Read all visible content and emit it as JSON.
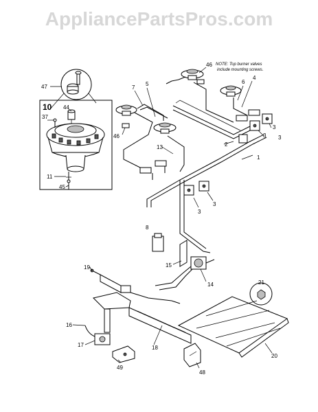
{
  "watermark": "AppliancePartsPros.com",
  "note_line1": "NOTE: Top burner valves",
  "note_line2": "include mounting screws.",
  "labels": {
    "l1": "1",
    "l2": "2",
    "l3a": "3",
    "l3b": "3",
    "l3c": "3",
    "l3d": "3",
    "l3e": "3",
    "l4": "4",
    "l5": "5",
    "l6": "6",
    "l7": "7",
    "l8": "8",
    "l10": "10",
    "l11": "11",
    "l13": "13",
    "l14": "14",
    "l15": "15",
    "l16": "16",
    "l17": "17",
    "l18": "18",
    "l19": "19",
    "l20": "20",
    "l21": "21",
    "l37": "37",
    "l44": "44",
    "l45": "45",
    "l46a": "46",
    "l46b": "46",
    "l47": "47",
    "l48": "48",
    "l49": "49"
  }
}
